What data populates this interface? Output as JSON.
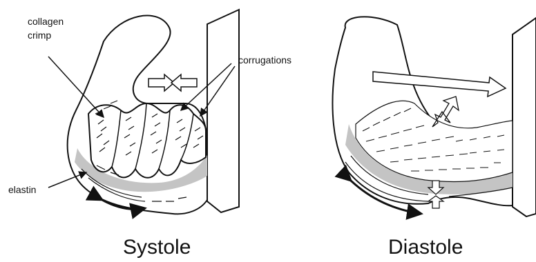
{
  "labels": {
    "collagen_crimp_line1": "collagen",
    "collagen_crimp_line2": "crimp",
    "corrugations": "corrugations",
    "elastin": "elastin",
    "systole": "Systole",
    "diastole": "Diastole"
  },
  "colors": {
    "ink": "#111111",
    "shade": "#b8b8b8",
    "background": "#ffffff"
  }
}
